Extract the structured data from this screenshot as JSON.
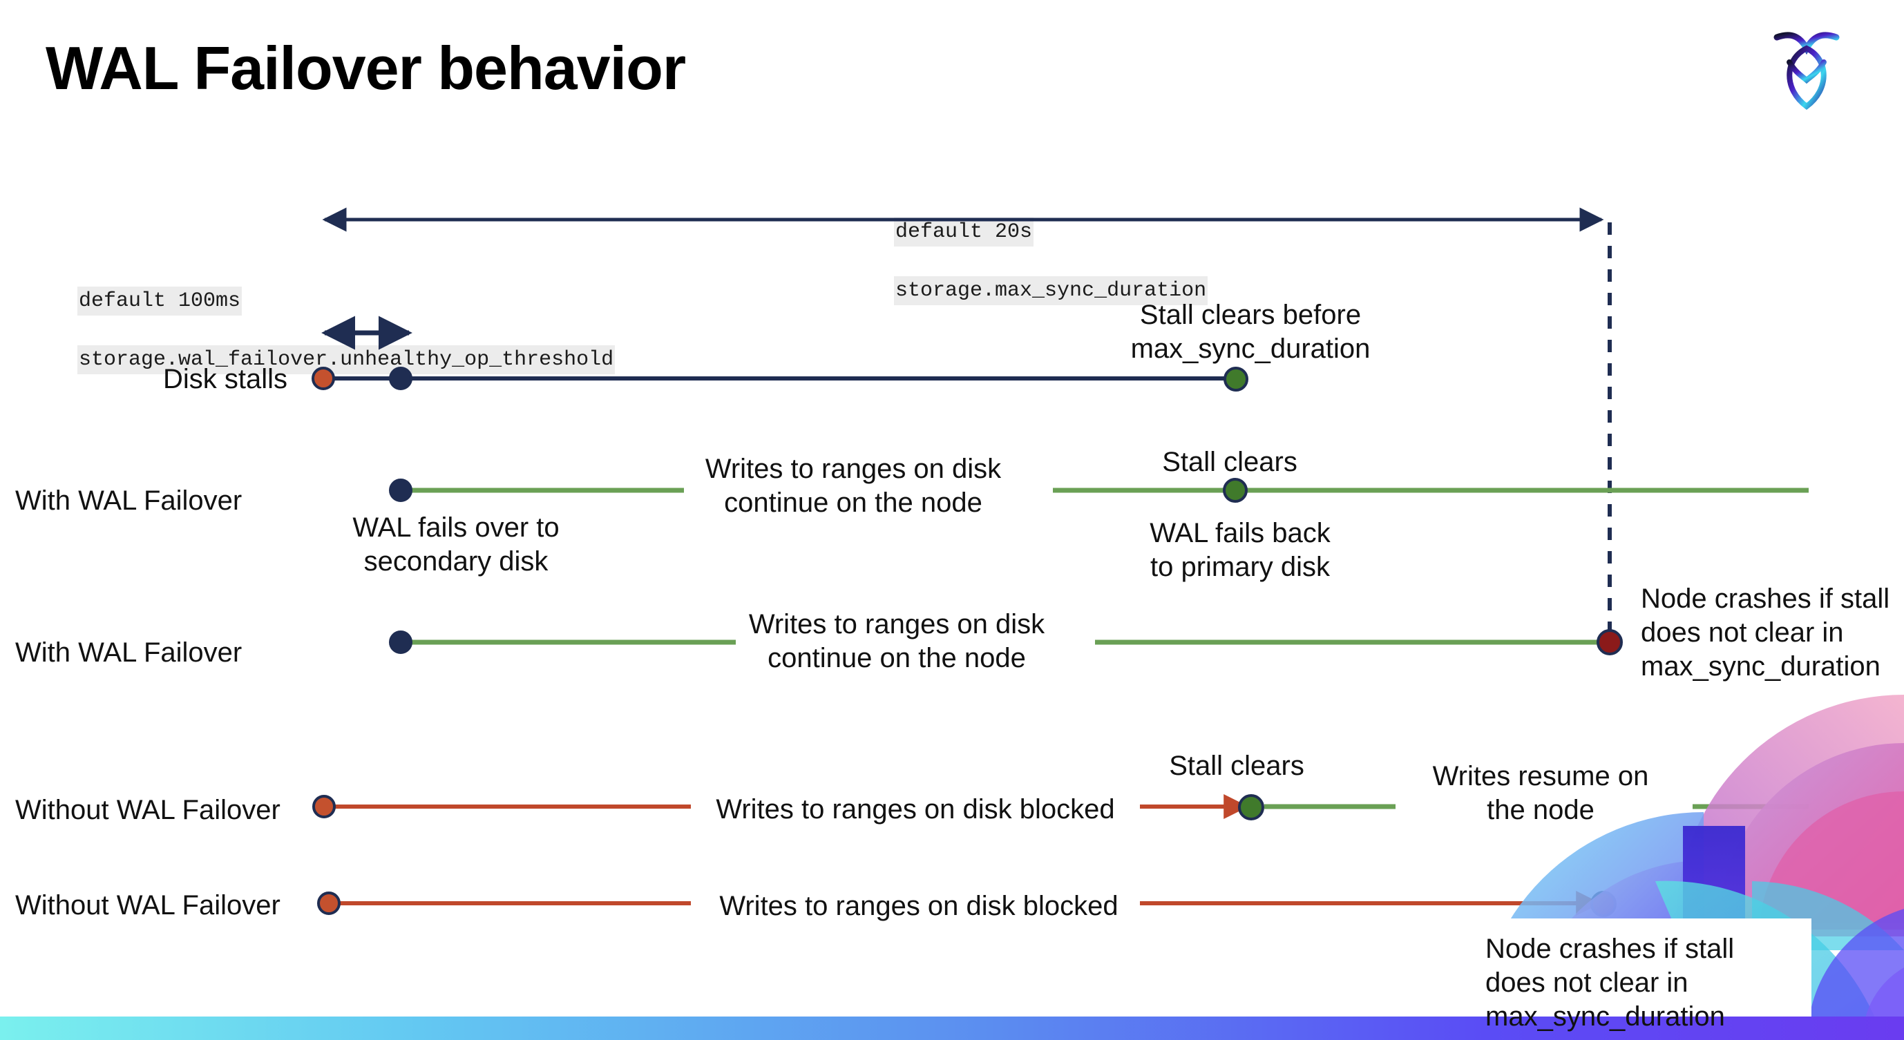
{
  "slide": {
    "title": "WAL Failover behavior",
    "logo_name": "cockroachdb-logo"
  },
  "annotations": {
    "max_sync": {
      "line1": "default 20s",
      "line2": "storage.max_sync_duration"
    },
    "unhealthy": {
      "line1": "default 100ms",
      "line2": "storage.wal_failover.unhealthy_op_threshold"
    }
  },
  "rows": [
    {
      "label": "Disk stalls"
    },
    {
      "label": "With WAL Failover"
    },
    {
      "label": "With WAL Failover"
    },
    {
      "label": "Without WAL Failover"
    },
    {
      "label": "Without WAL Failover"
    }
  ],
  "callouts": {
    "stall_clears_before": "Stall clears before\nmax_sync_duration",
    "wal_fails_over": "WAL fails over to\nsecondary disk",
    "writes_continue_1": "Writes to ranges on disk\ncontinue on the node",
    "stall_clears_2": "Stall clears",
    "wal_fails_back": "WAL fails  back\nto primary disk",
    "writes_continue_2": "Writes to ranges on disk\ncontinue on the node",
    "node_crashes_1": "Node crashes if stall\ndoes not clear in\nmax_sync_duration",
    "writes_blocked_1": "Writes to ranges on disk  blocked",
    "stall_clears_3": "Stall clears",
    "writes_resume": "Writes resume on\nthe node",
    "writes_blocked_2": "Writes to ranges on disk  blocked",
    "node_crashes_2": "Node crashes if stall\ndoes not clear in\nmax_sync_duration"
  },
  "colors": {
    "navy": "#1f2d52",
    "green_line": "#6aa055",
    "green_dot": "#407a2b",
    "red_line": "#c0482b",
    "red_dot": "#c4512e",
    "dark_red_dot": "#8b1a1a",
    "code_bg": "#ececec",
    "band_start": "#7af0ee",
    "band_end": "#6a3cf0"
  }
}
